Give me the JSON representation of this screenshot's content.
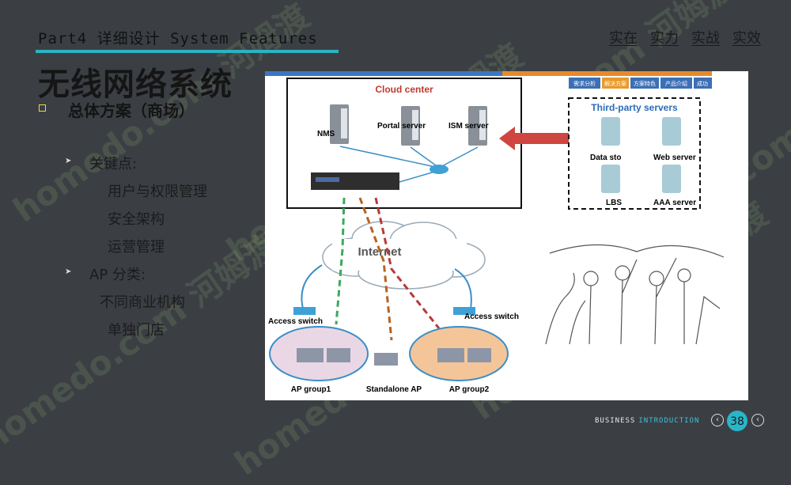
{
  "header": {
    "part_title": "Part4  详细设计  System Features",
    "nav": [
      "实在",
      "实力",
      "实战",
      "实效"
    ]
  },
  "main_heading": "无线网络系统",
  "subheading": "总体方案（商场）",
  "content": {
    "key_points_label": "关键点:",
    "key_points": [
      "用户与权限管理",
      "安全架构",
      "运营管理"
    ],
    "ap_label": "AP 分类:",
    "ap_items": [
      "不同商业机构",
      "单独门店"
    ]
  },
  "diagram": {
    "tabs": [
      "需求分析",
      "解决方案",
      "方案特色",
      "产品介绍",
      "成功"
    ],
    "cloud_center": "Cloud center",
    "nms": "NMS",
    "portal_server": "Portal server",
    "ism_server": "ISM server",
    "third_party": "Third-party servers",
    "data_store": "Data sto",
    "web_server": "Web server",
    "lbs": "LBS",
    "aaa_server": "AAA server",
    "internet": "Internet",
    "access_switch_left": "Access switch",
    "access_switch_right": "Access switch",
    "ap_group1": "AP group1",
    "standalone_ap": "Standalone AP",
    "ap_group2": "AP group2"
  },
  "footer": {
    "word1": "BUSINESS",
    "word2": "INTRODUCTION",
    "prev_icon": "‹",
    "next_icon": "‹",
    "page": "38"
  },
  "watermark": "homedo.com 河姆渡"
}
